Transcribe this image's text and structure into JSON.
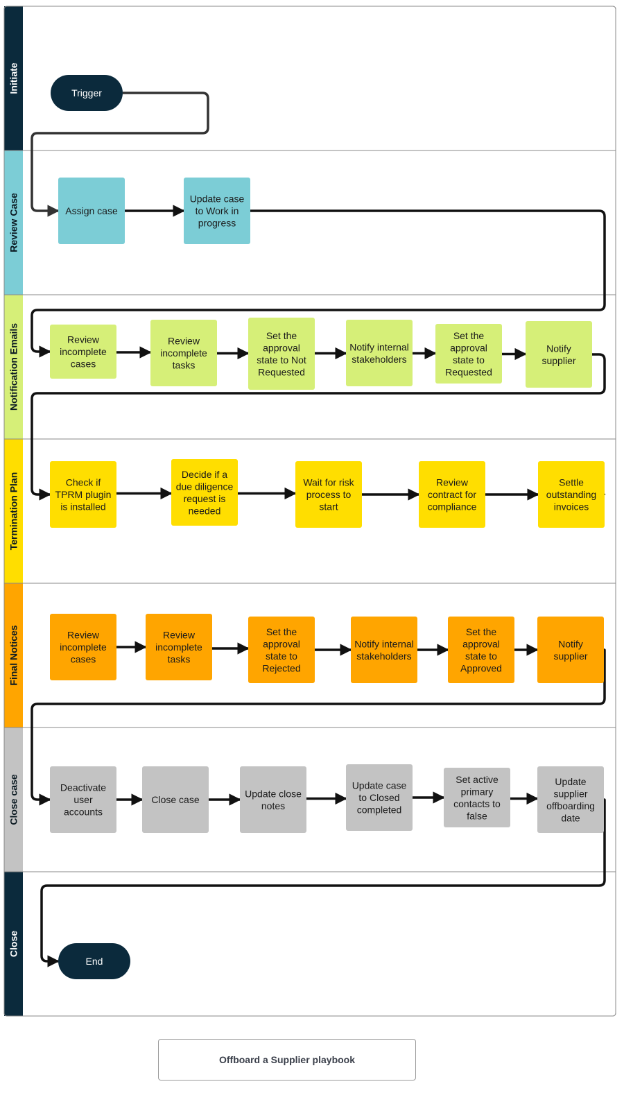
{
  "lanes": [
    {
      "id": "initiate",
      "label": "Initiate",
      "color": "#0b2a3c",
      "text_color": "#ffffff"
    },
    {
      "id": "review",
      "label": "Review Case",
      "color": "#7ccdd6",
      "text_color": "#0b1a22"
    },
    {
      "id": "notification",
      "label": "Notification Emails",
      "color": "#d6ef78",
      "text_color": "#0b1a22"
    },
    {
      "id": "termination",
      "label": "Termination Plan",
      "color": "#ffde00",
      "text_color": "#0b1a22"
    },
    {
      "id": "final",
      "label": "Final Notices",
      "color": "#ffa500",
      "text_color": "#0b1a22"
    },
    {
      "id": "closecase",
      "label": "Close case",
      "color": "#c3c3c3",
      "text_color": "#0b1a22"
    },
    {
      "id": "close",
      "label": "Close",
      "color": "#0b2a3c",
      "text_color": "#ffffff"
    }
  ],
  "nodes": [
    {
      "id": "trigger",
      "lane": "initiate",
      "shape": "terminal",
      "label": "Trigger"
    },
    {
      "id": "assign",
      "lane": "review",
      "label": "Assign case"
    },
    {
      "id": "update-wip",
      "lane": "review",
      "label": "Update case to Work in progress"
    },
    {
      "id": "n-review-cases",
      "lane": "notification",
      "label": "Review incomplete cases"
    },
    {
      "id": "n-review-tasks",
      "lane": "notification",
      "label": "Review incomplete tasks"
    },
    {
      "id": "n-set-not-requested",
      "lane": "notification",
      "label": "Set the approval state to Not Requested"
    },
    {
      "id": "n-notify-internal",
      "lane": "notification",
      "label": "Notify internal stakeholders"
    },
    {
      "id": "n-set-requested",
      "lane": "notification",
      "label": "Set the approval state to Requested"
    },
    {
      "id": "n-notify-supplier",
      "lane": "notification",
      "label": "Notify supplier"
    },
    {
      "id": "t-check-tprm",
      "lane": "termination",
      "label": "Check if TPRM plugin is installed"
    },
    {
      "id": "t-decide-dd",
      "lane": "termination",
      "label": "Decide if a due diligence request is needed"
    },
    {
      "id": "t-wait-risk",
      "lane": "termination",
      "label": "Wait for risk process to start"
    },
    {
      "id": "t-review-contract",
      "lane": "termination",
      "label": "Review contract for compliance"
    },
    {
      "id": "t-settle-invoices",
      "lane": "termination",
      "label": "Settle outstanding invoices"
    },
    {
      "id": "f-review-cases",
      "lane": "final",
      "label": "Review incomplete cases"
    },
    {
      "id": "f-review-tasks",
      "lane": "final",
      "label": "Review incomplete tasks"
    },
    {
      "id": "f-set-rejected",
      "lane": "final",
      "label": "Set the approval state to Rejected"
    },
    {
      "id": "f-notify-internal",
      "lane": "final",
      "label": "Notify internal stakeholders"
    },
    {
      "id": "f-set-approved",
      "lane": "final",
      "label": "Set the approval state to Approved"
    },
    {
      "id": "f-notify-supplier",
      "lane": "final",
      "label": "Notify supplier"
    },
    {
      "id": "c-deactivate",
      "lane": "closecase",
      "label": "Deactivate user accounts"
    },
    {
      "id": "c-close-case",
      "lane": "closecase",
      "label": "Close case"
    },
    {
      "id": "c-update-notes",
      "lane": "closecase",
      "label": "Update close notes"
    },
    {
      "id": "c-update-closed",
      "lane": "closecase",
      "label": "Update case to Closed completed"
    },
    {
      "id": "c-set-contacts",
      "lane": "closecase",
      "label": "Set active primary contacts to false"
    },
    {
      "id": "c-update-date",
      "lane": "closecase",
      "label": "Update supplier offboarding date"
    },
    {
      "id": "end",
      "lane": "close",
      "shape": "terminal",
      "label": "End"
    }
  ],
  "edges": [
    [
      "trigger",
      "assign"
    ],
    [
      "assign",
      "update-wip"
    ],
    [
      "update-wip",
      "n-review-cases"
    ],
    [
      "n-review-cases",
      "n-review-tasks"
    ],
    [
      "n-review-tasks",
      "n-set-not-requested"
    ],
    [
      "n-set-not-requested",
      "n-notify-internal"
    ],
    [
      "n-notify-internal",
      "n-set-requested"
    ],
    [
      "n-set-requested",
      "n-notify-supplier"
    ],
    [
      "n-notify-supplier",
      "t-check-tprm"
    ],
    [
      "t-check-tprm",
      "t-decide-dd"
    ],
    [
      "t-decide-dd",
      "t-wait-risk"
    ],
    [
      "t-wait-risk",
      "t-review-contract"
    ],
    [
      "t-review-contract",
      "t-settle-invoices"
    ],
    [
      "t-settle-invoices",
      "f-review-cases"
    ],
    [
      "f-review-cases",
      "f-review-tasks"
    ],
    [
      "f-review-tasks",
      "f-set-rejected"
    ],
    [
      "f-set-rejected",
      "f-notify-internal"
    ],
    [
      "f-notify-internal",
      "f-set-approved"
    ],
    [
      "f-set-approved",
      "f-notify-supplier"
    ],
    [
      "f-notify-supplier",
      "c-deactivate"
    ],
    [
      "c-deactivate",
      "c-close-case"
    ],
    [
      "c-close-case",
      "c-update-notes"
    ],
    [
      "c-update-notes",
      "c-update-closed"
    ],
    [
      "c-update-closed",
      "c-set-contacts"
    ],
    [
      "c-set-contacts",
      "c-update-date"
    ],
    [
      "c-update-date",
      "end"
    ]
  ],
  "caption": "Offboard a Supplier playbook"
}
